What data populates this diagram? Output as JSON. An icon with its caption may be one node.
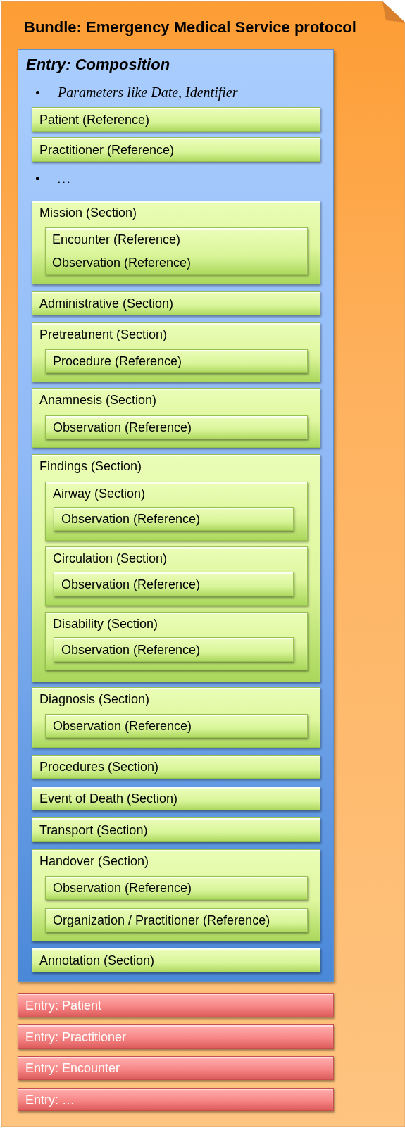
{
  "diagram": {
    "nodes": [
      {
        "text": [
          "Bundle: Emergency Medical Service protocol"
        ]
      },
      {
        "text": [
          "Entry: Composition",
          "Parameters like Date, Identifier",
          "…"
        ],
        "in": 0
      },
      {
        "text": [
          "Patient (Reference)"
        ],
        "in": 1
      },
      {
        "text": [
          "Practitioner (Reference)"
        ],
        "in": 1
      },
      {
        "text": [
          "Mission (Section)"
        ],
        "in": 1
      },
      {
        "text": [
          "Encounter (Reference)",
          "Observation (Reference)"
        ],
        "in": 4
      },
      {
        "text": [
          "Administrative (Section)"
        ],
        "in": 1
      },
      {
        "text": [
          "Pretreatment (Section)"
        ],
        "in": 1
      },
      {
        "text": [
          "Procedure (Reference)"
        ],
        "in": 7
      },
      {
        "text": [
          "Anamnesis (Section)"
        ],
        "in": 1
      },
      {
        "text": [
          "Observation (Reference)"
        ],
        "in": 9
      },
      {
        "text": [
          "Findings (Section)"
        ],
        "in": 1
      },
      {
        "text": [
          "Airway (Section)"
        ],
        "in": 11
      },
      {
        "text": [
          "Observation (Reference)"
        ],
        "in": 12
      },
      {
        "text": [
          "Circulation (Section)"
        ],
        "in": 11
      },
      {
        "text": [
          "Observation (Reference)"
        ],
        "in": 14
      },
      {
        "text": [
          "Disability (Section)"
        ],
        "in": 11
      },
      {
        "text": [
          "Observation (Reference)"
        ],
        "in": 16
      },
      {
        "text": [
          "Diagnosis (Section)"
        ],
        "in": 1
      },
      {
        "text": [
          "Observation (Reference)"
        ],
        "in": 18
      },
      {
        "text": [
          "Procedures (Section)"
        ],
        "in": 1
      },
      {
        "text": [
          "Event of Death (Section)"
        ],
        "in": 1
      },
      {
        "text": [
          "Transport (Section)"
        ],
        "in": 1
      },
      {
        "text": [
          "Handover (Section)"
        ],
        "in": 1
      },
      {
        "text": [
          "Observation (Reference)"
        ],
        "in": 23
      },
      {
        "text": [
          "Organization / Practitioner (Reference)"
        ],
        "in": 23
      },
      {
        "text": [
          "Annotation (Section)"
        ],
        "in": 1
      },
      {
        "text": [
          "Entry: Patient"
        ],
        "in": 0
      },
      {
        "text": [
          "Entry: Practitioner"
        ],
        "in": 0
      },
      {
        "text": [
          "Entry: Encounter"
        ],
        "in": 0
      },
      {
        "text": [
          "Entry: …"
        ],
        "in": 0
      }
    ]
  }
}
